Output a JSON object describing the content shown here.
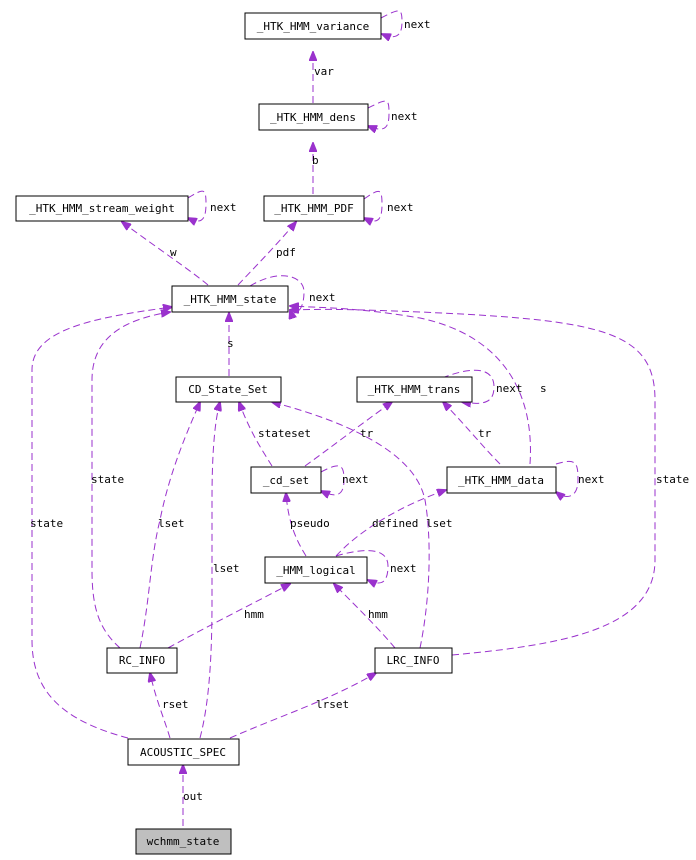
{
  "diagram": {
    "nodes": {
      "variance": "_HTK_HMM_variance",
      "dens": "_HTK_HMM_dens",
      "stream_weight": "_HTK_HMM_stream_weight",
      "pdf": "_HTK_HMM_PDF",
      "state": "_HTK_HMM_state",
      "cd_state_set": "CD_State_Set",
      "trans": "_HTK_HMM_trans",
      "cd_set": "_cd_set",
      "hmm_data": "_HTK_HMM_data",
      "hmm_logical": "_HMM_logical",
      "rc_info": "RC_INFO",
      "lrc_info": "LRC_INFO",
      "acoustic_spec": "ACOUSTIC_SPEC",
      "wchmm_state": "wchmm_state"
    },
    "edge_labels": {
      "variance_next": "next",
      "var": "var",
      "dens_next": "next",
      "b": "b",
      "sw_next": "next",
      "pdf_next": "next",
      "w": "w",
      "pdf": "pdf",
      "state_next": "next",
      "s_cdset": "s",
      "s_data": "s",
      "trans_next": "next",
      "stateset": "stateset",
      "tr_cd": "tr",
      "tr_data": "tr",
      "cdset_next": "next",
      "data_next": "next",
      "state_rc": "state",
      "state_acoustic": "state",
      "state_lrc": "state",
      "lset_rc": "lset",
      "lset_acoustic": "lset",
      "lset_lrc": "lset",
      "pseudo": "pseudo",
      "defined": "defined",
      "logical_next": "next",
      "hmm_rc": "hmm",
      "hmm_lrc": "hmm",
      "rset": "rset",
      "lrset": "lrset",
      "out": "out"
    },
    "colors": {
      "edge": "#9a32cd",
      "node_border": "#000000",
      "highlight_fill": "#bfbfbf"
    }
  }
}
